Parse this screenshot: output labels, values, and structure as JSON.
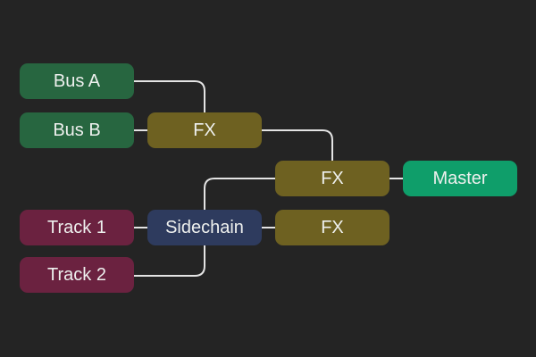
{
  "colors": {
    "background": "#242424",
    "wire": "#e4e4e4",
    "bus": "#276640",
    "fx": "#6e6121",
    "track": "#6b2240",
    "sidechain": "#2e3b5e",
    "master": "#0f9e6a"
  },
  "nodes": {
    "bus_a": {
      "label": "Bus A"
    },
    "bus_b": {
      "label": "Bus B"
    },
    "fx_bus": {
      "label": "FX"
    },
    "fx_main": {
      "label": "FX"
    },
    "master": {
      "label": "Master"
    },
    "track_1": {
      "label": "Track 1"
    },
    "sidechain": {
      "label": "Sidechain"
    },
    "fx_side": {
      "label": "FX"
    },
    "track_2": {
      "label": "Track 2"
    }
  }
}
